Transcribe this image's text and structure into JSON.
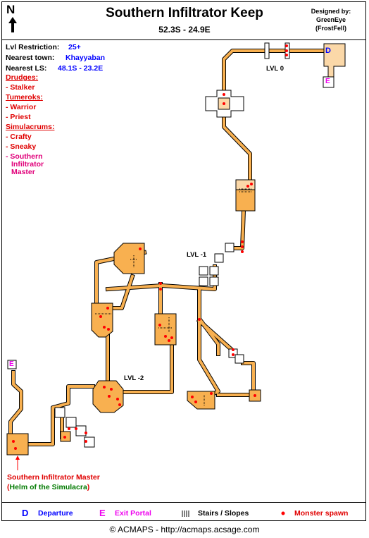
{
  "header": {
    "north_label": "N",
    "title": "Southern Infiltrator Keep",
    "coordinates": "52.3S - 24.9E",
    "credit_lines": [
      "Designed by:",
      "GreenEye",
      "(FrostFell)"
    ]
  },
  "info": {
    "restriction_label": "Lvl Restriction:",
    "restriction_value": "25+",
    "town_label": "Nearest town:",
    "town_value": "Khayyaban",
    "ls_label": "Nearest LS:",
    "ls_value": "48.1S - 23.2E"
  },
  "monsters": [
    {
      "header": "Drudges:",
      "items": [
        "- Stalker"
      ]
    },
    {
      "header": "Tumeroks:",
      "items": [
        "- Warrior",
        "- Priest"
      ]
    },
    {
      "header": "Simulacrums:",
      "items": [
        "- Crafty",
        "- Sneaky"
      ]
    }
  ],
  "boss_list_lines": [
    "- Southern",
    "Infiltrator",
    "Master"
  ],
  "map": {
    "level_labels": [
      "LVL 0",
      "LVL -1",
      "LVL -2"
    ],
    "departure_marker": "D",
    "exit_markers": [
      "E",
      "E"
    ],
    "boss_annotation": "Southern Infiltrator Master",
    "boss_drop": "Helm of the Simulacra",
    "paren_open": "(",
    "paren_close": ")",
    "colors": {
      "room_fill": "#f8b050",
      "room_light": "#fbd8a8",
      "spawn": "#ff0000",
      "departure": "#0000ff",
      "exit": "#ee00ee"
    }
  },
  "legend": {
    "departure_symbol": "D",
    "departure_label": "Departure",
    "exit_symbol": "E",
    "exit_label": "Exit Portal",
    "stairs_label": "Stairs / Slopes",
    "spawn_label": "Monster spawn",
    "stairs_icon": "stairs-icon",
    "spawn_icon": "spawn-dot-icon"
  },
  "footer": "© ACMAPS - http://acmaps.acsage.com"
}
